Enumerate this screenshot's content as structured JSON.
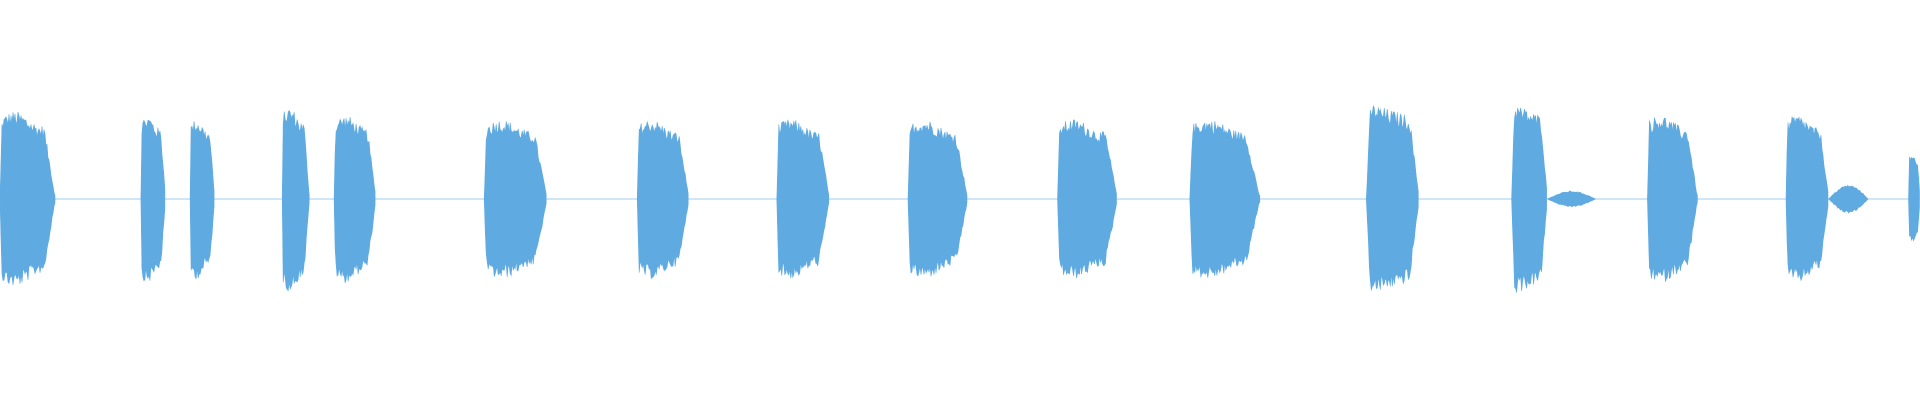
{
  "waveform": {
    "color": "#5EAAE1",
    "background": "#FFFFFF",
    "segments": [
      {
        "start": 0.0,
        "end": 0.0287,
        "amp": 0.44,
        "shape": "block"
      },
      {
        "start": 0.0734,
        "end": 0.0863,
        "amp": 0.42,
        "shape": "block"
      },
      {
        "start": 0.099,
        "end": 0.1118,
        "amp": 0.4,
        "shape": "block"
      },
      {
        "start": 0.147,
        "end": 0.1612,
        "amp": 0.46,
        "shape": "block"
      },
      {
        "start": 0.174,
        "end": 0.1958,
        "amp": 0.42,
        "shape": "block"
      },
      {
        "start": 0.2522,
        "end": 0.285,
        "amp": 0.4,
        "shape": "block"
      },
      {
        "start": 0.3319,
        "end": 0.3589,
        "amp": 0.4,
        "shape": "block"
      },
      {
        "start": 0.4046,
        "end": 0.432,
        "amp": 0.4,
        "shape": "block"
      },
      {
        "start": 0.4729,
        "end": 0.504,
        "amp": 0.4,
        "shape": "block"
      },
      {
        "start": 0.5508,
        "end": 0.582,
        "amp": 0.4,
        "shape": "block"
      },
      {
        "start": 0.6197,
        "end": 0.6562,
        "amp": 0.4,
        "shape": "block"
      },
      {
        "start": 0.7116,
        "end": 0.7392,
        "amp": 0.48,
        "shape": "peaky"
      },
      {
        "start": 0.7873,
        "end": 0.806,
        "amp": 0.48,
        "shape": "peaky"
      },
      {
        "start": 0.858,
        "end": 0.8841,
        "amp": 0.42,
        "shape": "block"
      },
      {
        "start": 0.9302,
        "end": 0.9525,
        "amp": 0.42,
        "shape": "block"
      },
      {
        "start": 0.994,
        "end": 1.0,
        "amp": 0.22,
        "shape": "block"
      }
    ],
    "tails": [
      {
        "start": 0.806,
        "end": 0.831,
        "amp": 0.04
      },
      {
        "start": 0.9525,
        "end": 0.973,
        "amp": 0.07
      }
    ]
  }
}
